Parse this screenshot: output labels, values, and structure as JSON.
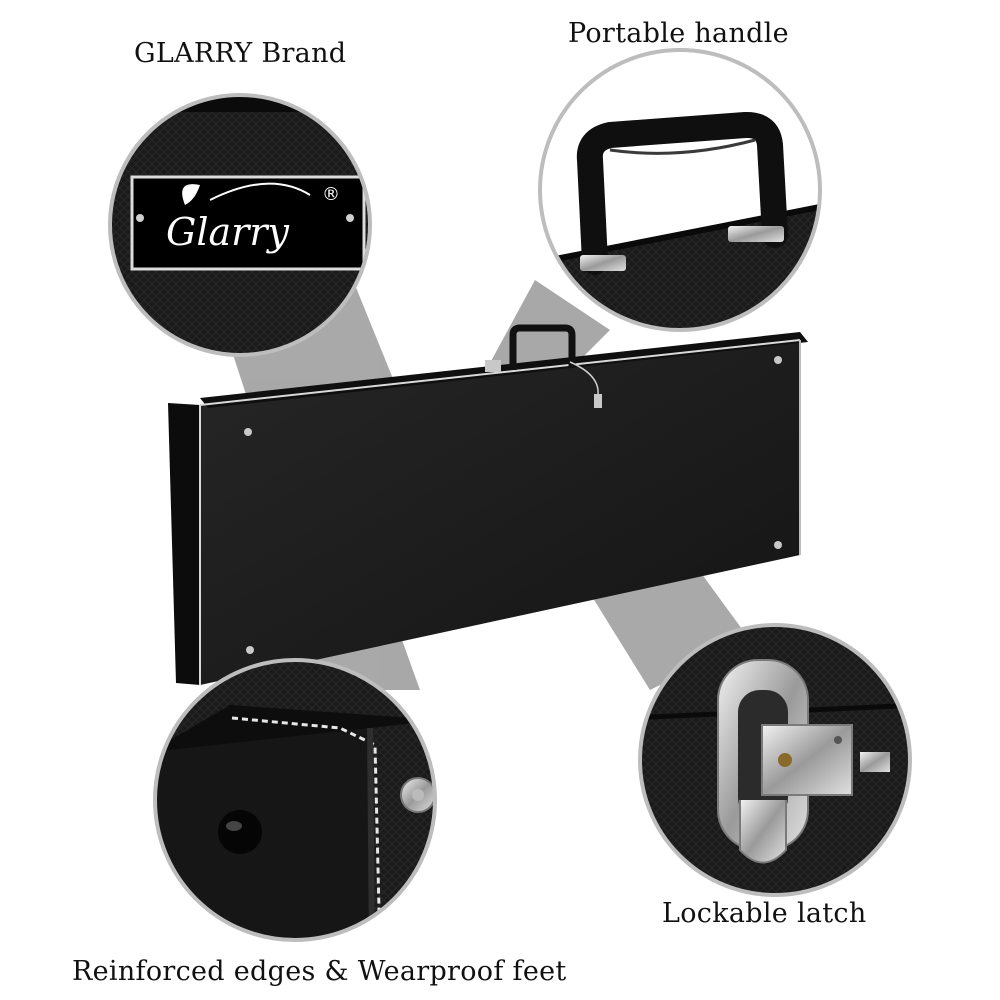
{
  "captions": {
    "brand": "GLARRY Brand",
    "handle": "Portable handle",
    "latch": "Lockable latch",
    "edges": "Reinforced edges & Wearproof feet"
  },
  "brand_plate": {
    "logo_text": "Glarry",
    "registered_mark": "®"
  },
  "colors": {
    "case_body": "#1b1b1b",
    "case_edge": "#0c0c0c",
    "trim": "#d9d9d9",
    "hardware": "#c8c8c8",
    "spotlight": "#9a9a9a",
    "lens_border": "#bdbdbd",
    "caption_text": "#111111"
  }
}
